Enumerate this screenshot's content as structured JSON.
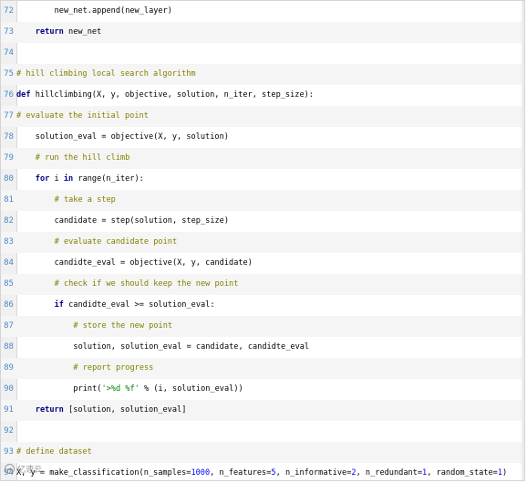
{
  "editor": {
    "watermark_text": "亿速云",
    "watermark_icon": "cloud-icon",
    "lines": [
      {
        "num": "72",
        "alt": false,
        "indent": 4,
        "tokens": [
          [
            "tx",
            "new_net.append(new_layer)"
          ]
        ]
      },
      {
        "num": "73",
        "alt": true,
        "indent": 2,
        "tokens": [
          [
            "kw",
            "return"
          ],
          [
            "tx",
            " new_net"
          ]
        ]
      },
      {
        "num": "74",
        "alt": false,
        "indent": 0,
        "tokens": []
      },
      {
        "num": "75",
        "alt": true,
        "indent": 0,
        "tokens": [
          [
            "cm",
            "# hill climbing local search algorithm"
          ]
        ]
      },
      {
        "num": "76",
        "alt": false,
        "indent": 0,
        "tokens": [
          [
            "kw",
            "def"
          ],
          [
            "tx",
            " hillclimbing(X, y, objective, solution, n_iter, step_size):"
          ]
        ]
      },
      {
        "num": "77",
        "alt": true,
        "indent": 0,
        "tokens": [
          [
            "cm",
            "# evaluate the initial point"
          ]
        ]
      },
      {
        "num": "78",
        "alt": false,
        "indent": 2,
        "tokens": [
          [
            "tx",
            "solution_eval = objective(X, y, solution)"
          ]
        ]
      },
      {
        "num": "79",
        "alt": true,
        "indent": 2,
        "tokens": [
          [
            "cm",
            "# run the hill climb"
          ]
        ]
      },
      {
        "num": "80",
        "alt": false,
        "indent": 2,
        "tokens": [
          [
            "kw",
            "for"
          ],
          [
            "tx",
            " i "
          ],
          [
            "kw",
            "in"
          ],
          [
            "tx",
            " range(n_iter):"
          ]
        ]
      },
      {
        "num": "81",
        "alt": true,
        "indent": 4,
        "tokens": [
          [
            "cm",
            "# take a step"
          ]
        ]
      },
      {
        "num": "82",
        "alt": false,
        "indent": 4,
        "tokens": [
          [
            "tx",
            "candidate = step(solution, step_size)"
          ]
        ]
      },
      {
        "num": "83",
        "alt": true,
        "indent": 4,
        "tokens": [
          [
            "cm",
            "# evaluate candidate point"
          ]
        ]
      },
      {
        "num": "84",
        "alt": false,
        "indent": 4,
        "tokens": [
          [
            "tx",
            "candidte_eval = objective(X, y, candidate)"
          ]
        ]
      },
      {
        "num": "85",
        "alt": true,
        "indent": 4,
        "tokens": [
          [
            "cm",
            "# check if we should keep the new point"
          ]
        ]
      },
      {
        "num": "86",
        "alt": false,
        "indent": 4,
        "tokens": [
          [
            "kw",
            "if"
          ],
          [
            "tx",
            " candidte_eval >= solution_eval:"
          ]
        ]
      },
      {
        "num": "87",
        "alt": true,
        "indent": 6,
        "tokens": [
          [
            "cm",
            "# store the new point"
          ]
        ]
      },
      {
        "num": "88",
        "alt": false,
        "indent": 6,
        "tokens": [
          [
            "tx",
            "solution, solution_eval = candidate, candidte_eval"
          ]
        ]
      },
      {
        "num": "89",
        "alt": true,
        "indent": 6,
        "tokens": [
          [
            "cm",
            "# report progress"
          ]
        ]
      },
      {
        "num": "90",
        "alt": false,
        "indent": 6,
        "tokens": [
          [
            "tx",
            "print("
          ],
          [
            "st",
            "'>%d %f'"
          ],
          [
            "tx",
            " % (i, solution_eval))"
          ]
        ]
      },
      {
        "num": "91",
        "alt": true,
        "indent": 2,
        "tokens": [
          [
            "kw",
            "return"
          ],
          [
            "tx",
            " [solution, solution_eval]"
          ]
        ]
      },
      {
        "num": "92",
        "alt": false,
        "indent": 0,
        "tokens": []
      },
      {
        "num": "93",
        "alt": true,
        "indent": 0,
        "tokens": [
          [
            "cm",
            "# define dataset"
          ]
        ]
      },
      {
        "num": "94",
        "alt": false,
        "indent": 0,
        "tokens": [
          [
            "tx",
            "X, y = make_classification(n_samples="
          ],
          [
            "nm",
            "1000"
          ],
          [
            "tx",
            ", n_features="
          ],
          [
            "nm",
            "5"
          ],
          [
            "tx",
            ", n_informative="
          ],
          [
            "nm",
            "2"
          ],
          [
            "tx",
            ", n_redundant="
          ],
          [
            "nm",
            "1"
          ],
          [
            "tx",
            ", random_state="
          ],
          [
            "nm",
            "1"
          ],
          [
            "tx",
            ")"
          ]
        ]
      }
    ]
  }
}
